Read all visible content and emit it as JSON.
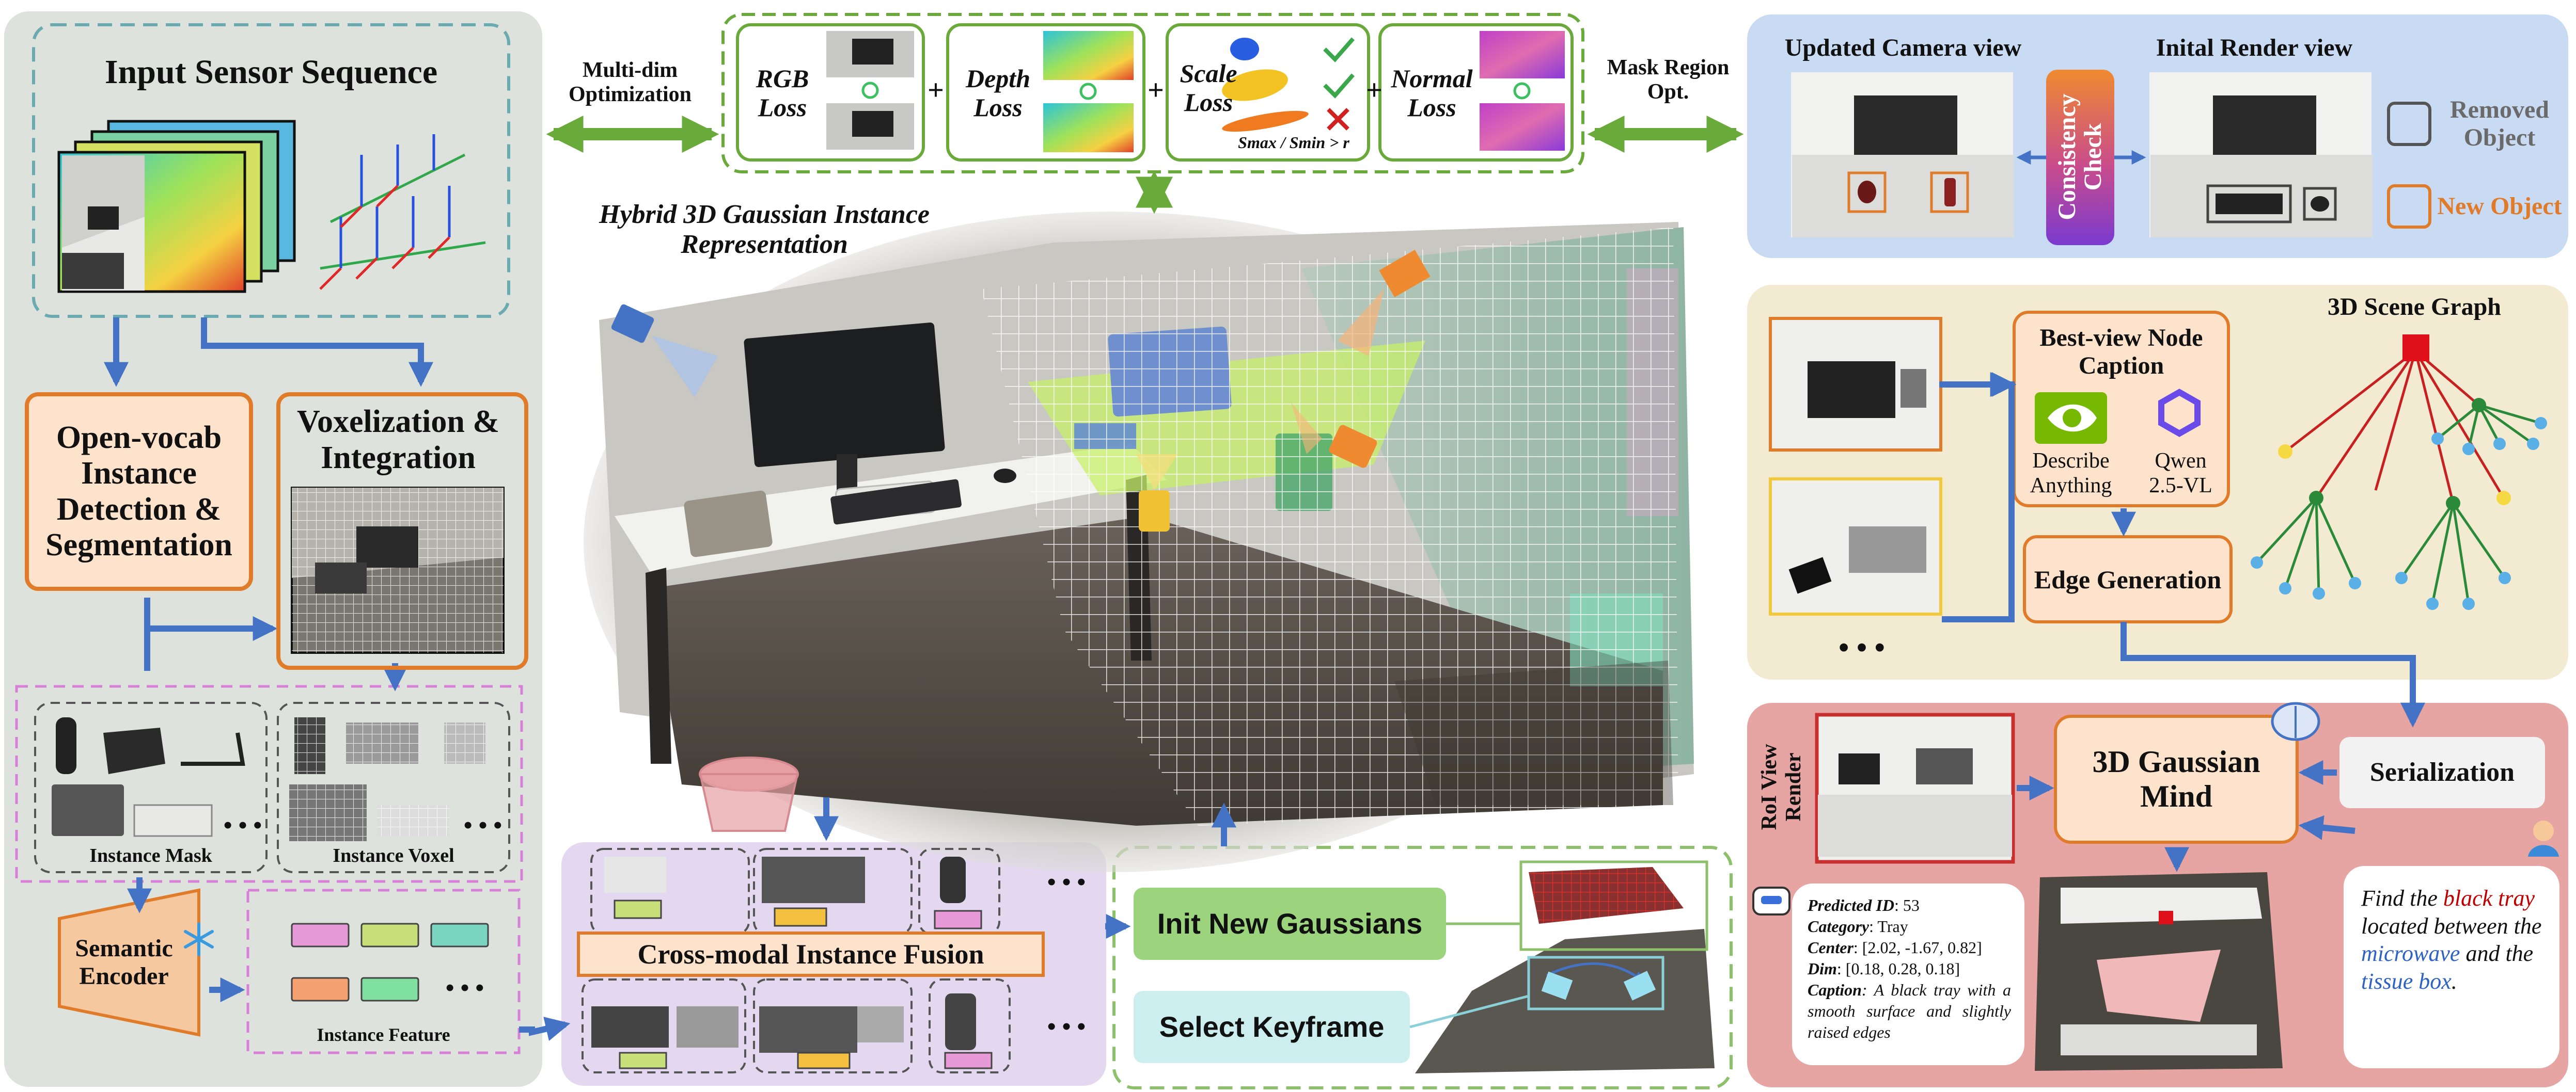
{
  "input": {
    "title": "Input Sensor Sequence",
    "detect_label": "Open-vocab Instance Detection & Segmentation",
    "voxel_label": "Voxelization & Integration",
    "instance_mask_label": "Instance Mask",
    "instance_voxel_label": "Instance Voxel",
    "semantic_encoder_label": "Semantic Encoder",
    "instance_feature_label": "Instance Feature",
    "ellipsis": "• • •"
  },
  "optimization": {
    "multi_dim_label": "Multi-dim Optimization",
    "rgb_loss": "RGB Loss",
    "depth_loss": "Depth Loss",
    "scale_loss": "Scale Loss",
    "normal_loss": "Normal Loss",
    "scale_formula": "Smax / Smin > r",
    "plus": "+",
    "mask_region_label": "Mask Region Opt."
  },
  "center": {
    "title": "Hybrid 3D Gaussian Instance Representation",
    "fusion_label": "Cross-modal Instance Fusion",
    "init_gaussians": "Init New Gaussians",
    "select_keyframe": "Select Keyframe"
  },
  "camera": {
    "updated_view": "Updated Camera view",
    "initial_view": "Inital Render view",
    "consistency": "Consistency Check",
    "removed_object": "Removed Object",
    "new_object": "New Object"
  },
  "scene_graph": {
    "title": "3D Scene Graph",
    "best_view": "Best-view Node Caption",
    "describe_anything": "Describe Anything",
    "qwen": "Qwen 2.5-VL",
    "edge_generation": "Edge Generation",
    "ellipsis": "• • •"
  },
  "mind": {
    "roi_label": "RoI View Render",
    "title": "3D Gaussian Mind",
    "serialization": "Serialization",
    "predicted_id_key": "Predicted ID",
    "predicted_id_val": ": 53",
    "category_key": "Category",
    "category_val": ": Tray",
    "center_key": "Center",
    "center_val": ": [2.02, -1.67, 0.82]",
    "dim_key": "Dim",
    "dim_val": ": [0.18, 0.28, 0.18]",
    "caption_key": "Caption",
    "caption_val": ": A black tray with a smooth surface and slightly raised edges",
    "query_1": "Find the ",
    "query_black_tray": "black tray",
    "query_2": " located between the ",
    "query_microwave": "microwave",
    "query_3": " and the ",
    "query_tissue": "tissue box",
    "query_4": "."
  },
  "colors": {
    "green": "#6aaa3a",
    "blue": "#4472c4",
    "orange": "#e07b2a",
    "red_text": "#c00000",
    "blue_text": "#2e62c4"
  }
}
